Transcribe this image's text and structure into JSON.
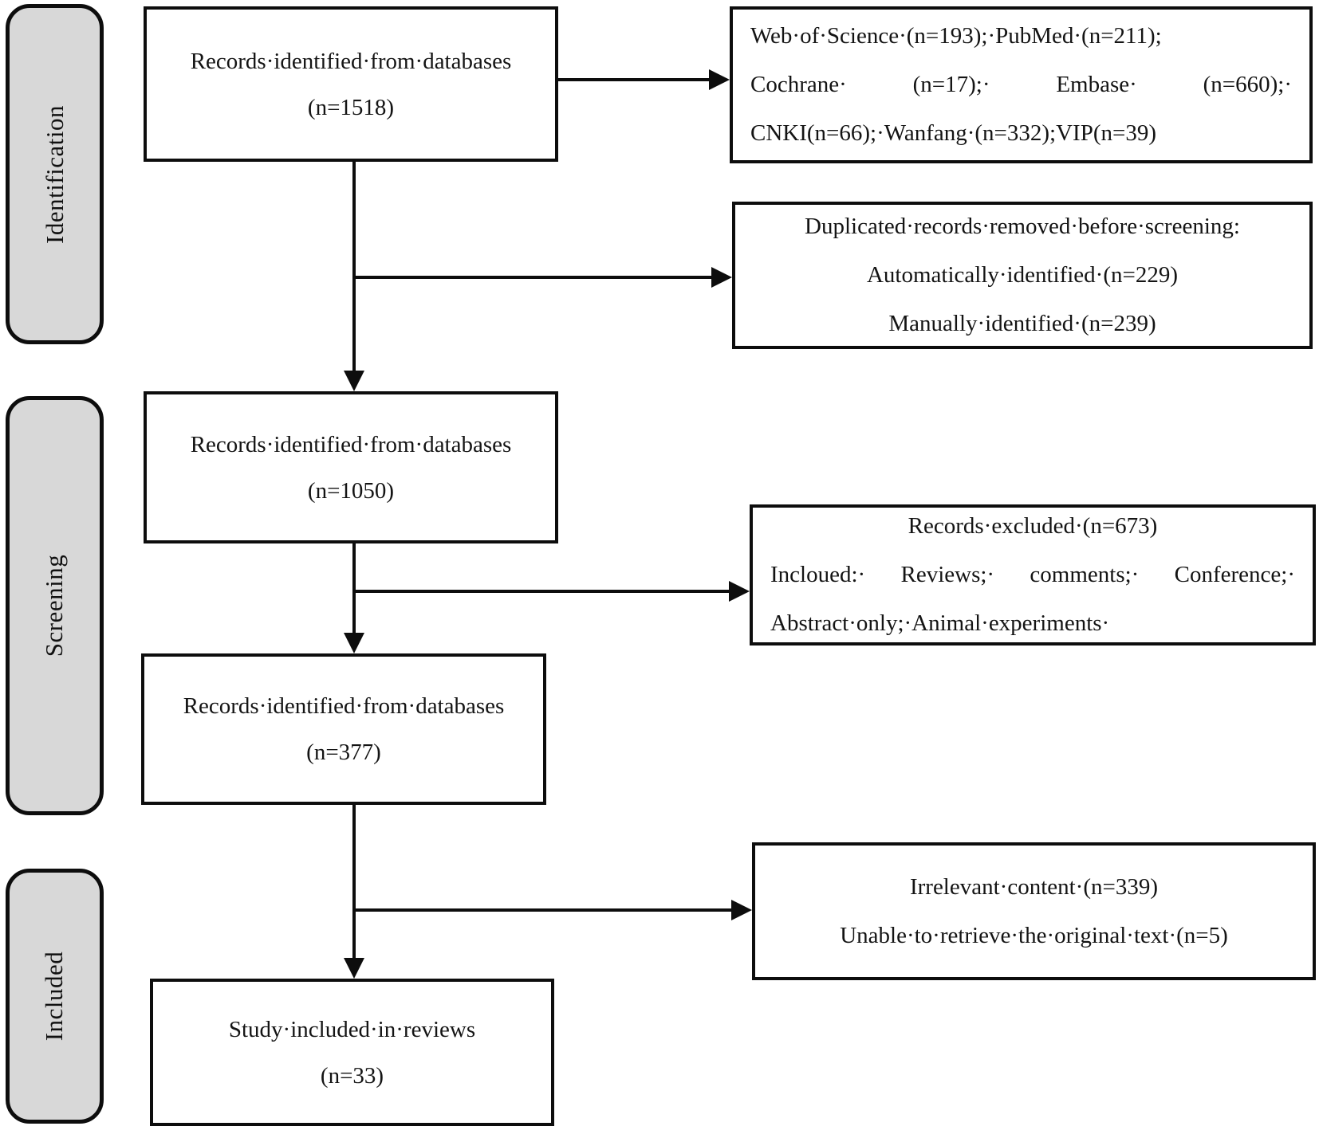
{
  "diagram": {
    "type": "prisma-flow-chart",
    "colors": {
      "box_border": "#0d0d0d",
      "stage_fill": "#d8d8d8",
      "background": "#ffffff",
      "text": "#141414"
    },
    "stages": [
      {
        "label": "Identification"
      },
      {
        "label": "Screening"
      },
      {
        "label": "Included"
      }
    ],
    "main_boxes": [
      {
        "line1": "Records·identified·from·databases",
        "line2": "(n=1518)"
      },
      {
        "line1": "Records·identified·from·databases",
        "line2": "(n=1050)"
      },
      {
        "line1": "Records·identified·from·databases",
        "line2": "(n=377)"
      },
      {
        "line1": "Study·included·in·reviews",
        "line2": "(n=33)"
      }
    ],
    "side_boxes": [
      {
        "lines": [
          "Web·of·Science·(n=193);·PubMed·(n=211);",
          "Cochrane· (n=17);· Embase· (n=660);·",
          "CNKI(n=66);·Wanfang·(n=332);VIP(n=39)"
        ]
      },
      {
        "lines": [
          "Duplicated·records·removed·before·screening:",
          "Automatically·identified·(n=229)",
          "Manually·identified·(n=239)"
        ]
      },
      {
        "lines": [
          "Records·excluded·(n=673)",
          "Incloued:· Reviews;· comments;· Conference;·",
          "Abstract·only;·Animal·experiments·"
        ]
      },
      {
        "lines": [
          "Irrelevant·content·(n=339)",
          "Unable·to·retrieve·the·original·text·(n=5)"
        ]
      }
    ]
  }
}
